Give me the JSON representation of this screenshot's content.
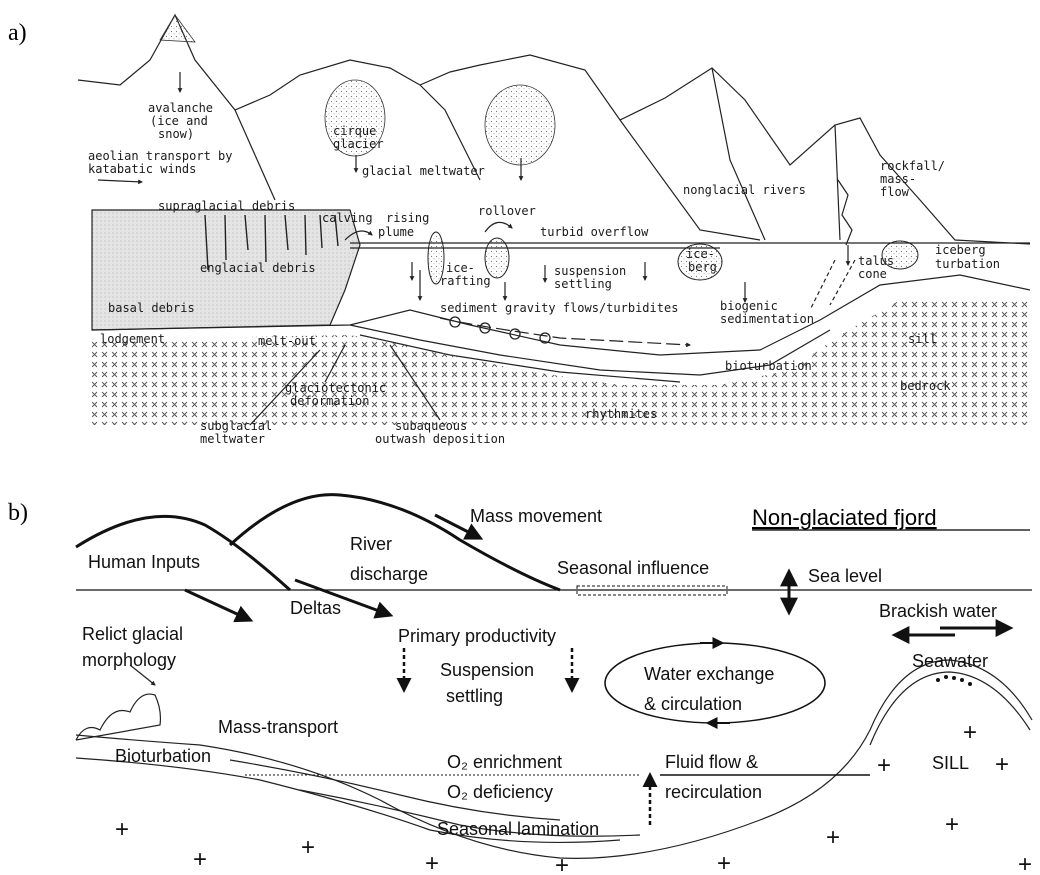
{
  "panel_a": {
    "tag": "a)",
    "labels": {
      "avalanche": "avalanche",
      "ice_snow_1": "(ice and",
      "ice_snow_2": "snow)",
      "aeolian_1": "aeolian transport by",
      "aeolian_2": "katabatic winds",
      "cirque_1": "cirque",
      "cirque_2": "glacier",
      "glacial_meltwater": "glacial meltwater",
      "nonglacial_rivers": "nonglacial rivers",
      "rockfall_1": "rockfall/",
      "rockfall_2": "mass-",
      "rockfall_3": "flow",
      "supraglacial": "supraglacial debris",
      "calving": "calving",
      "rising_1": "rising",
      "rising_2": "plume",
      "rollover": "rollover",
      "turbid_overflow": "turbid overflow",
      "ice_rafting_1": "ice-",
      "ice_rafting_2": "rafting",
      "suspension_1": "suspension",
      "suspension_2": "settling",
      "iceberg_in_1": "ice-",
      "iceberg_in_2": "berg",
      "talus_1": "talus",
      "talus_2": "cone",
      "iceberg_turb_1": "iceberg",
      "iceberg_turb_2": "turbation",
      "englacial": "englacial debris",
      "basal": "basal debris",
      "lodgement": "lodgement",
      "melt_out": "melt-out",
      "sediment_gravity": "sediment gravity flows/turbidites",
      "biogenic_1": "biogenic",
      "biogenic_2": "sedimentation",
      "sill": "sill",
      "bedrock": "bedrock",
      "bioturbation": "bioturbation",
      "rhythmites": "rhythmites",
      "glaciotectonic_1": "glaciotectonic",
      "glaciotectonic_2": "deformation",
      "subglacial_1": "subglacial",
      "subglacial_2": "meltwater",
      "subaqueous_1": "subaqueous",
      "subaqueous_2": "outwash deposition"
    }
  },
  "panel_b": {
    "tag": "b)",
    "title": "Non-glaciated fjord",
    "labels": {
      "mass_movement": "Mass movement",
      "human_inputs": "Human Inputs",
      "river_1": "River",
      "river_2": "discharge",
      "seasonal_influence": "Seasonal influence",
      "sea_level": "Sea level",
      "deltas": "Deltas",
      "brackish": "Brackish water",
      "primary_productivity": "Primary productivity",
      "relict_1": "Relict glacial",
      "relict_2": "morphology",
      "suspension_1": "Suspension",
      "suspension_2": "settling",
      "water_exchange_1": "Water exchange",
      "water_exchange_2": "& circulation",
      "seawater": "Seawater",
      "mass_transport": "Mass-transport",
      "bioturbation": "Bioturbation",
      "o2_enrichment": "O₂ enrichment",
      "o2_deficiency": "O₂ deficiency",
      "fluid_1": "Fluid flow &",
      "fluid_2": "recirculation",
      "sill": "SILL",
      "seasonal_lamination": "Seasonal lamination",
      "plus": "+"
    }
  }
}
